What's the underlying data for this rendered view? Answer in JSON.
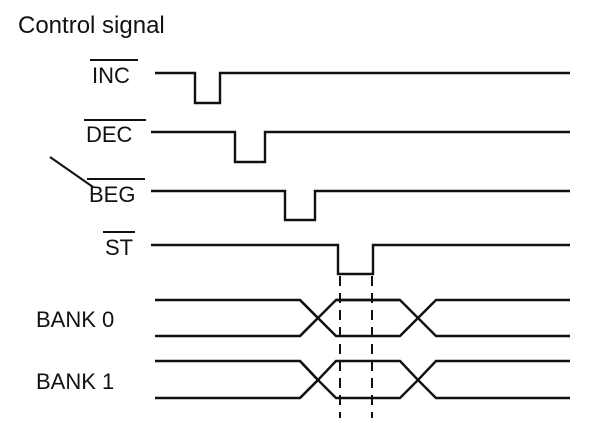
{
  "diagram": {
    "title": "Control signal",
    "signals": [
      {
        "id": "inc",
        "label": "INC",
        "active_low": true
      },
      {
        "id": "dec",
        "label": "DEC",
        "active_low": true
      },
      {
        "id": "beg",
        "label": "BEG",
        "active_low": true
      },
      {
        "id": "st",
        "label": "ST",
        "active_low": true
      },
      {
        "id": "bank0",
        "label": "BANK 0",
        "active_low": false
      },
      {
        "id": "bank1",
        "label": "BANK 1",
        "active_low": false
      }
    ],
    "colors": {
      "ink": "#111111",
      "background": "#ffffff"
    }
  }
}
